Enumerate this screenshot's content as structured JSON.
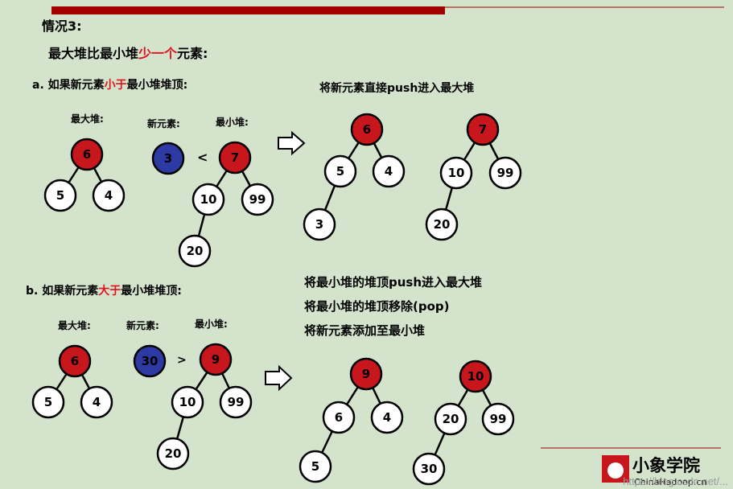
{
  "title": "情况3:",
  "subtitle": {
    "pre": "最大堆比最小堆",
    "highlight": "少一个",
    "post": "元素:"
  },
  "case_a": {
    "label_pre": "a. 如果新元素",
    "label_highlight": "小于",
    "label_post": "最小堆堆顶:",
    "max_heap_label": "最大堆:",
    "new_elem_label": "新元素:",
    "min_heap_label": "最小堆:",
    "compare_symbol": "<",
    "result_text": "将新元素直接push进入最大堆",
    "before": {
      "max_heap": {
        "root": "6",
        "left": "5",
        "right": "4"
      },
      "new_element": "3",
      "min_heap": {
        "root": "7",
        "left": "10",
        "right": "99",
        "left_left": "20"
      }
    },
    "after": {
      "max_heap": {
        "root": "6",
        "left": "5",
        "right": "4",
        "left_left": "3"
      },
      "min_heap": {
        "root": "7",
        "left": "10",
        "right": "99",
        "left_left": "20"
      }
    }
  },
  "case_b": {
    "label_pre": "b. 如果新元素",
    "label_highlight": "大于",
    "label_post": "最小堆堆顶:",
    "max_heap_label": "最大堆:",
    "new_elem_label": "新元素:",
    "min_heap_label": "最小堆:",
    "compare_symbol": ">",
    "result_lines": [
      "将最小堆的堆顶push进入最大堆",
      "将最小堆的堆顶移除(pop)",
      "将新元素添加至最小堆"
    ],
    "before": {
      "max_heap": {
        "root": "6",
        "left": "5",
        "right": "4"
      },
      "new_element": "30",
      "min_heap": {
        "root": "9",
        "left": "10",
        "right": "99",
        "left_left": "20"
      }
    },
    "after": {
      "max_heap": {
        "root": "9",
        "left": "6",
        "right": "4",
        "left_left": "5"
      },
      "min_heap": {
        "root": "10",
        "left": "20",
        "right": "99",
        "left_left": "30"
      }
    }
  },
  "logo": {
    "name": "小象学院",
    "url_text": "ChinaHadoop.cn"
  },
  "watermark": "https://blog.csdn.net/...",
  "colors": {
    "background": "#d3e3cc",
    "top_bar": "#a30000",
    "highlight_text": "#e0141c",
    "root_fill": "#c8161d",
    "new_elem_fill": "#2e3aa3",
    "node_fill": "#ffffff"
  }
}
